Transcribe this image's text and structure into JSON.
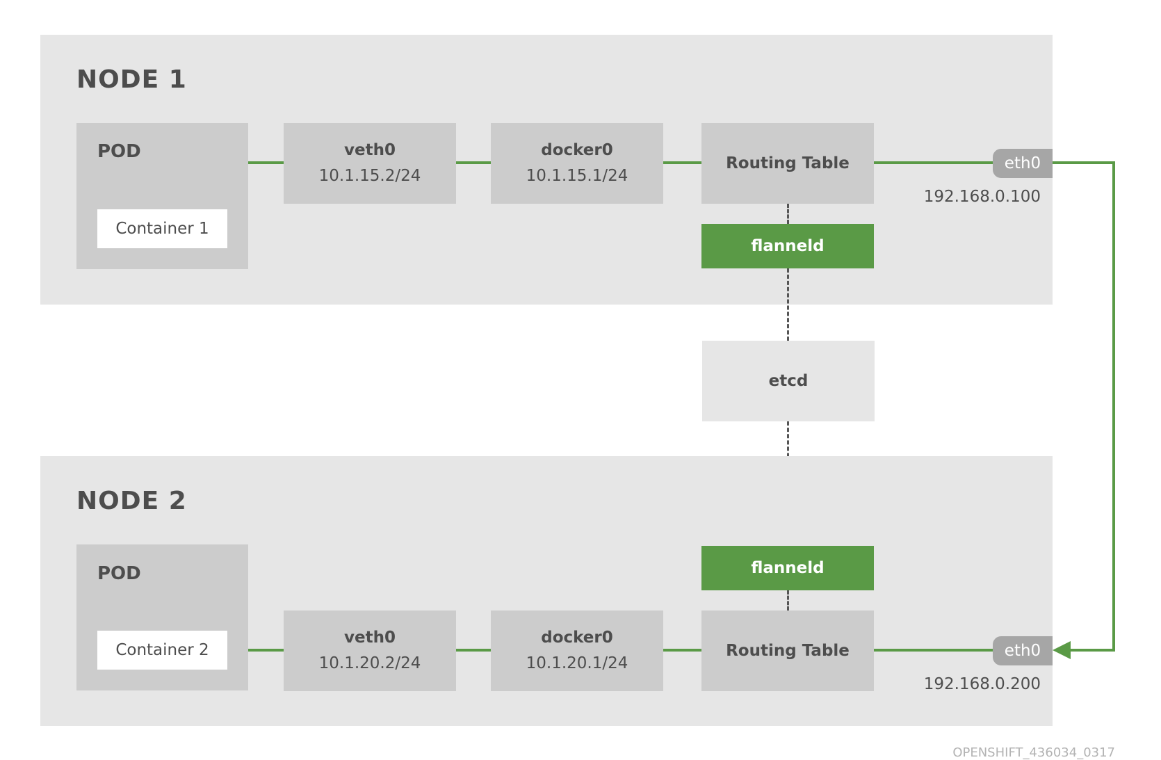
{
  "node1": {
    "title": "NODE 1",
    "pod_label": "POD",
    "container": "Container 1",
    "veth_name": "veth0",
    "veth_ip": "10.1.15.2/24",
    "docker_name": "docker0",
    "docker_ip": "10.1.15.1/24",
    "routing": "Routing Table",
    "flannel": "flanneld",
    "eth": "eth0",
    "eth_ip": "192.168.0.100"
  },
  "etcd": "etcd",
  "node2": {
    "title": "NODE 2",
    "pod_label": "POD",
    "container": "Container 2",
    "veth_name": "veth0",
    "veth_ip": "10.1.20.2/24",
    "docker_name": "docker0",
    "docker_ip": "10.1.20.1/24",
    "routing": "Routing Table",
    "flannel": "flanneld",
    "eth": "eth0",
    "eth_ip": "192.168.0.200"
  },
  "footer": "OPENSHIFT_436034_0317",
  "colors": {
    "accent_green": "#5a9a46",
    "panel": "#e6e6e6",
    "box": "#cccccc",
    "eth": "#a6a6a6"
  }
}
